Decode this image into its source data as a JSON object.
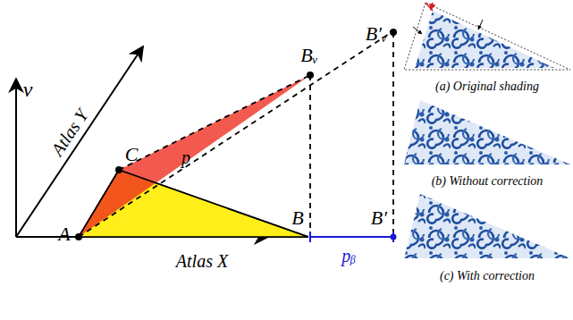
{
  "diagram": {
    "labels": [
      "v",
      "Atlas Y",
      "Atlas X",
      "A",
      "C",
      "p",
      "B",
      "Bᵥ",
      "B′",
      "B′ᵥ",
      "pᵦ",
      "(a) Original shading",
      "(b) Without correction",
      "(c) With correction"
    ]
  }
}
